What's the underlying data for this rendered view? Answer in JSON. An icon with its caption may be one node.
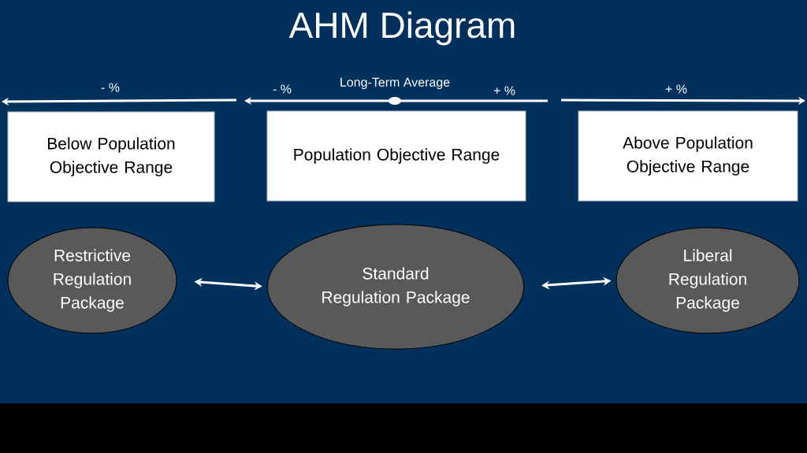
{
  "diagram": {
    "title": "AHM Diagram",
    "nodes": [
      {
        "text": [
          "Below Population Objective Range"
        ]
      },
      {
        "text": [
          "Population Objective Range"
        ]
      },
      {
        "text": [
          "Above Population Objective Range"
        ]
      },
      {
        "text": [
          "Restrictive Regulation Package"
        ]
      },
      {
        "text": [
          "Standard Regulation Package"
        ]
      },
      {
        "text": [
          "Liberal Regulation Package"
        ]
      }
    ],
    "edges": [
      {
        "from": 3,
        "to": 4,
        "arrow": "both"
      },
      {
        "from": 4,
        "to": 5,
        "arrow": "both"
      }
    ],
    "labels": [
      "- %",
      "- %",
      "Long-Term Average",
      "+ %",
      "+ %"
    ]
  }
}
